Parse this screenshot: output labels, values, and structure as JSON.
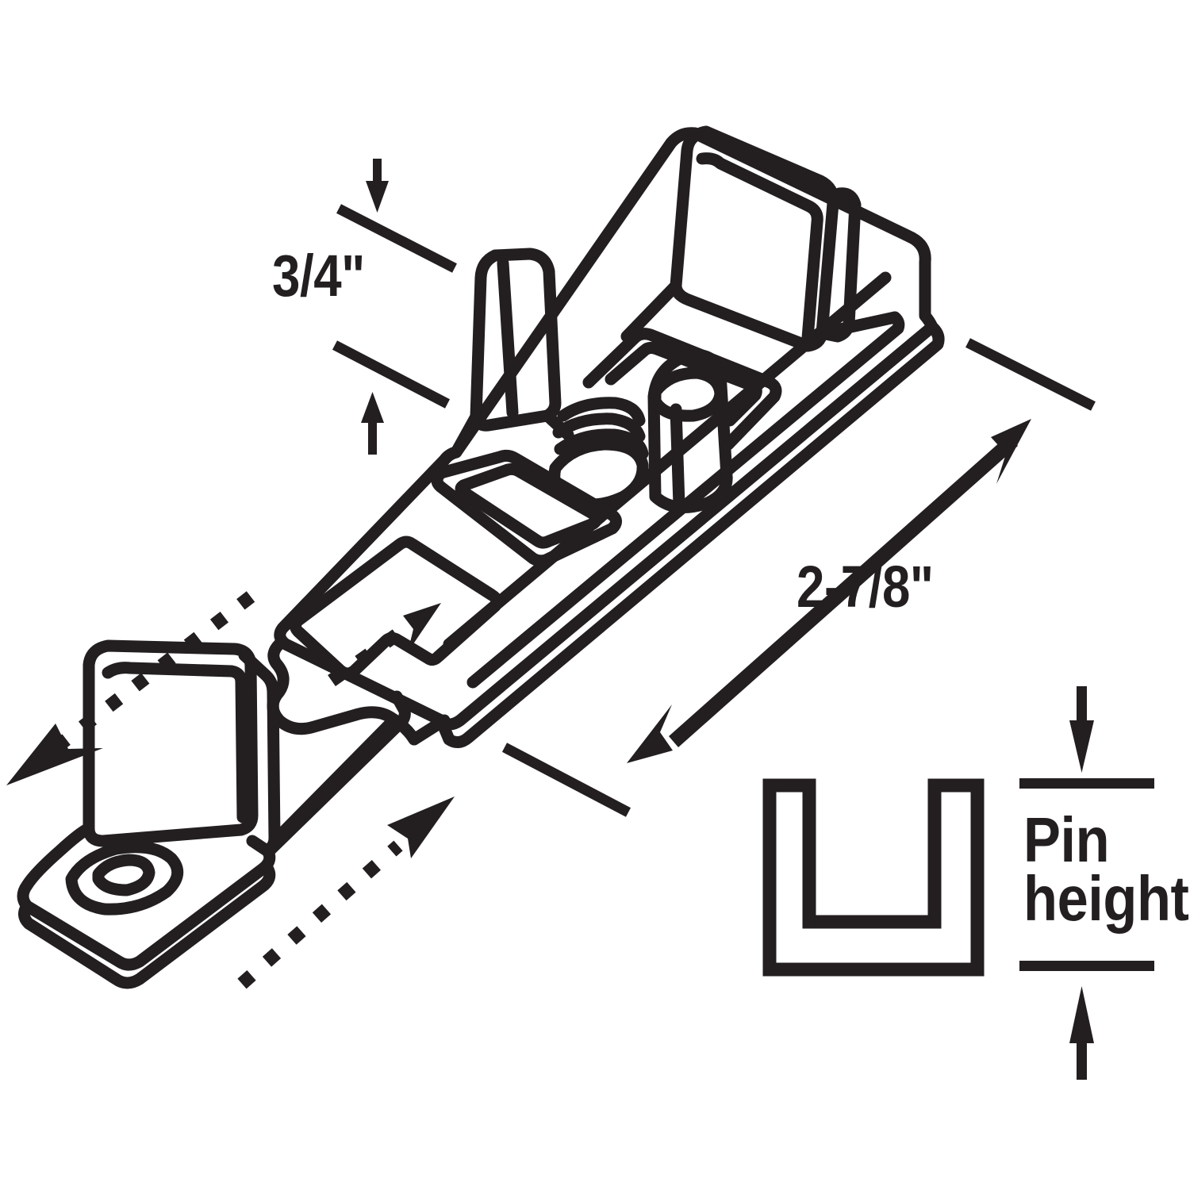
{
  "figure": {
    "title": "Sliding door bottom bracket / guide roller dimension diagram",
    "background_color": "#ffffff",
    "line_color": "#231f20"
  },
  "dimensions": {
    "thickness": {
      "label": "3/4\"",
      "name": "three-quarter-inch",
      "orientation": "vertical",
      "arrow_style": "solid-double-inward"
    },
    "length": {
      "label": "2-7/8\"",
      "name": "two-seven-eighths-inch",
      "orientation": "diagonal",
      "arrow_style": "solid-double-headed"
    },
    "pin_height": {
      "label": "Pin\nheight",
      "line1": "Pin",
      "line2": "height",
      "name": "pin-height",
      "orientation": "vertical",
      "arrow_style": "solid-double-inward"
    }
  },
  "inset": {
    "name": "u-channel-profile",
    "description": "U-shaped channel cross-section"
  },
  "motion_arrows": [
    {
      "name": "motion-arrow-lower-left",
      "direction": "down-left",
      "style": "dotted"
    },
    {
      "name": "motion-arrow-center",
      "direction": "up-right",
      "style": "dotted"
    },
    {
      "name": "motion-arrow-lower-right",
      "direction": "up-right",
      "style": "dotted"
    }
  ],
  "parts": [
    {
      "name": "main-bracket-body",
      "features": [
        "flat-plate",
        "upright-tab-small",
        "upright-tab-large",
        "threaded-hole",
        "cylindrical-pin",
        "rectangular-cutout",
        "slot-cutout"
      ]
    },
    {
      "name": "l-bracket-foot",
      "features": [
        "screw-hole",
        "vertical-flange",
        "base-flange"
      ]
    }
  ]
}
